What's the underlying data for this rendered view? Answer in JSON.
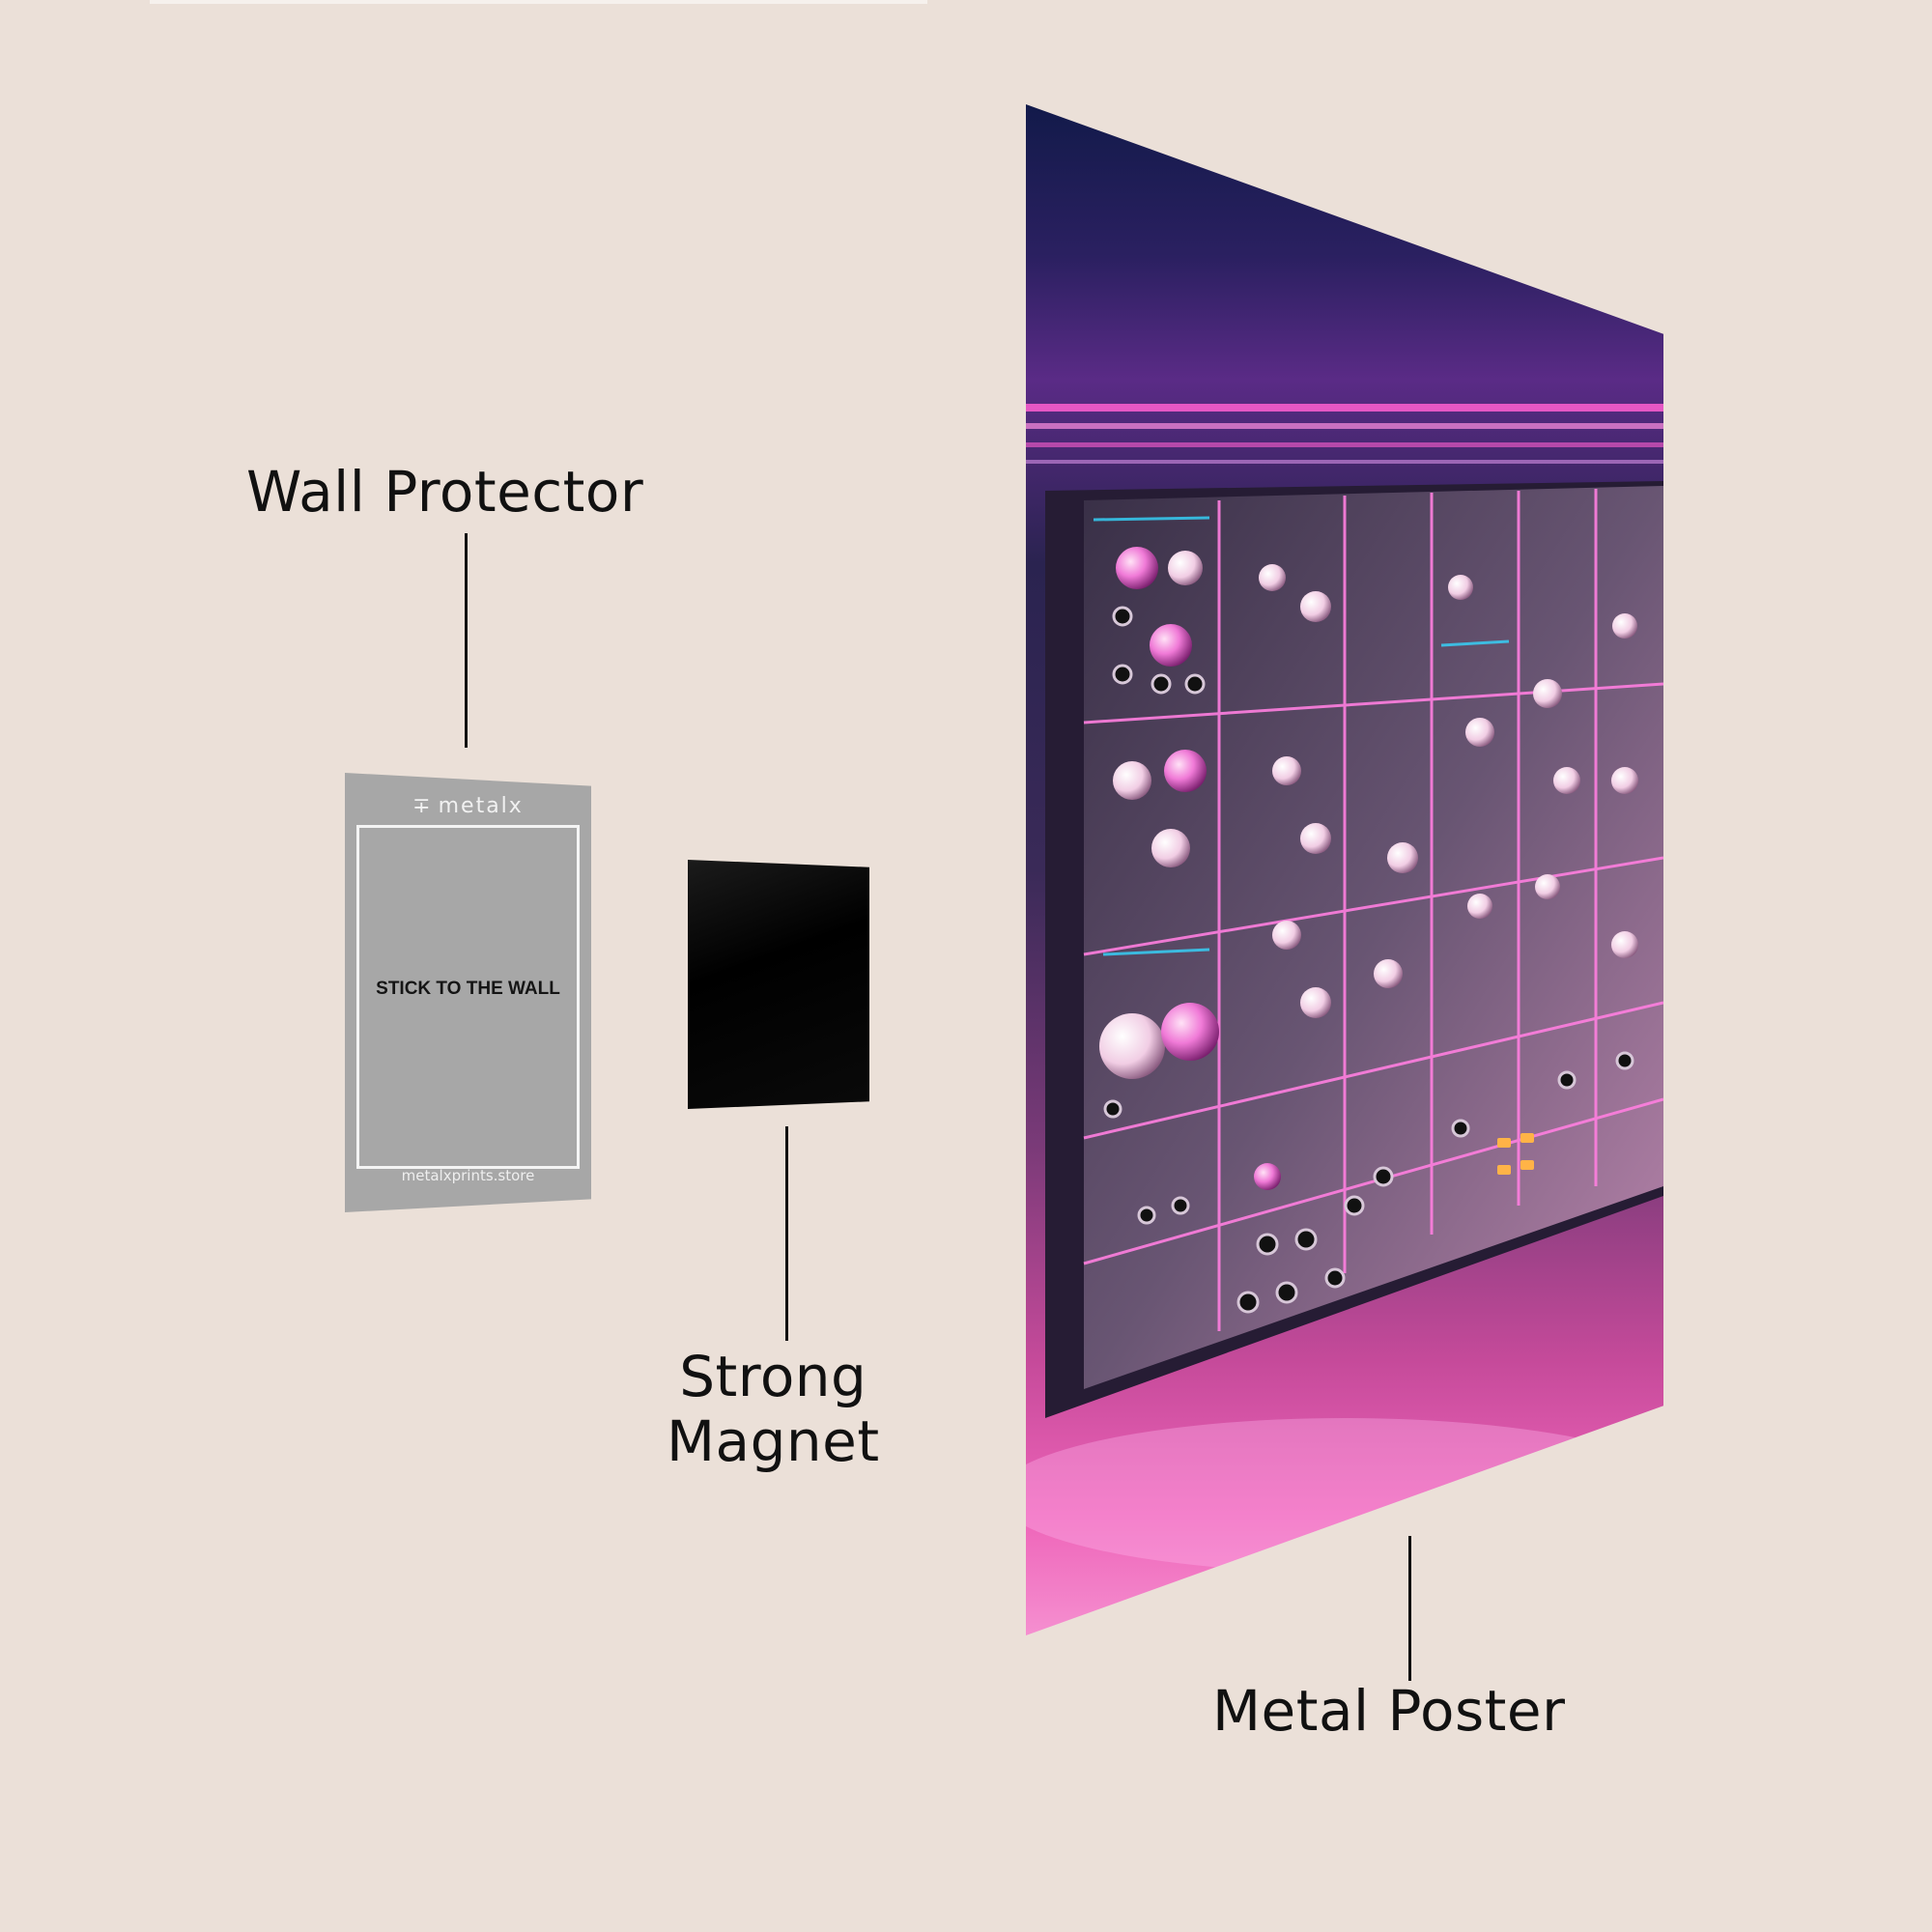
{
  "labels": {
    "wall_protector": "Wall Protector",
    "strong_magnet_line1": "Strong",
    "strong_magnet_line2": "Magnet",
    "metal_poster": "Metal Poster"
  },
  "protector_card": {
    "logo": "metalx",
    "instruction": "STICK TO THE WALL",
    "url": "metalxprints.store"
  },
  "colors": {
    "background": "#ebe0d8",
    "protector": "#a7a7a7",
    "magnet": "#000000",
    "neon_pink": "#ff5fd0",
    "neon_cyan": "#35d8ff"
  },
  "poster_artwork": "modular synthesizer with neon pink lights"
}
